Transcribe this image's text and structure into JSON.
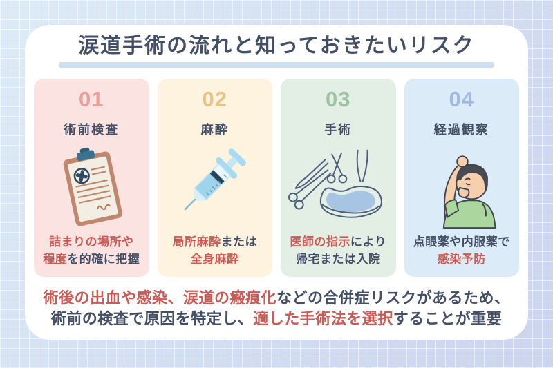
{
  "page": {
    "title": "涙道手術の流れと知っておきたいリスク"
  },
  "palette": {
    "background_top": "#dcebf8",
    "background_bottom": "#cbd5ef",
    "panel": "#ffffff",
    "heading_text": "#444e64",
    "heading_underline": "#cfdff2",
    "body_text": "#444e64",
    "emphasis_red": "#cb5a54",
    "step_colors": [
      {
        "card_bg": "#fbe3e2",
        "number": "#ee9d9a"
      },
      {
        "card_bg": "#fdf3df",
        "number": "#e5c487"
      },
      {
        "card_bg": "#e3eee5",
        "number": "#9dc2a4"
      },
      {
        "card_bg": "#dcebf8",
        "number": "#9fb9e3"
      }
    ]
  },
  "steps": [
    {
      "number": "01",
      "title": "術前検査",
      "icon": "clipboard-checklist-icon",
      "caption": {
        "line1": [
          {
            "text": "詰まりの場所や",
            "em": true
          }
        ],
        "line2": [
          {
            "text": "程度",
            "em": true
          },
          {
            "text": "を的確に把握",
            "em": false
          }
        ]
      }
    },
    {
      "number": "02",
      "title": "麻酔",
      "icon": "syringe-icon",
      "caption": {
        "line1": [
          {
            "text": "局所麻酔",
            "em": true
          },
          {
            "text": "または",
            "em": false
          }
        ],
        "line2": [
          {
            "text": "全身麻酔",
            "em": true
          }
        ]
      }
    },
    {
      "number": "03",
      "title": "手術",
      "icon": "surgical-instruments-icon",
      "caption": {
        "line1": [
          {
            "text": "医師の指示",
            "em": true
          },
          {
            "text": "により",
            "em": false
          }
        ],
        "line2": [
          {
            "text": "帰宅または入院",
            "em": false
          }
        ]
      }
    },
    {
      "number": "04",
      "title": "経過観察",
      "icon": "eye-drops-person-icon",
      "caption": {
        "line1": [
          {
            "text": "点眼薬や内服薬で",
            "em": false
          }
        ],
        "line2": [
          {
            "text": "感染予防",
            "em": true
          }
        ]
      }
    }
  ],
  "summary": {
    "line1": [
      {
        "text": "術後の出血や感染、涙道の瘢痕化",
        "em": true
      },
      {
        "text": "などの合併症リスクがあるため、",
        "em": false
      }
    ],
    "line2": [
      {
        "text": "術前の検査で原因を特定し、",
        "em": false
      },
      {
        "text": "適した手術法を選択",
        "em": true
      },
      {
        "text": "することが重要",
        "em": false
      }
    ]
  }
}
